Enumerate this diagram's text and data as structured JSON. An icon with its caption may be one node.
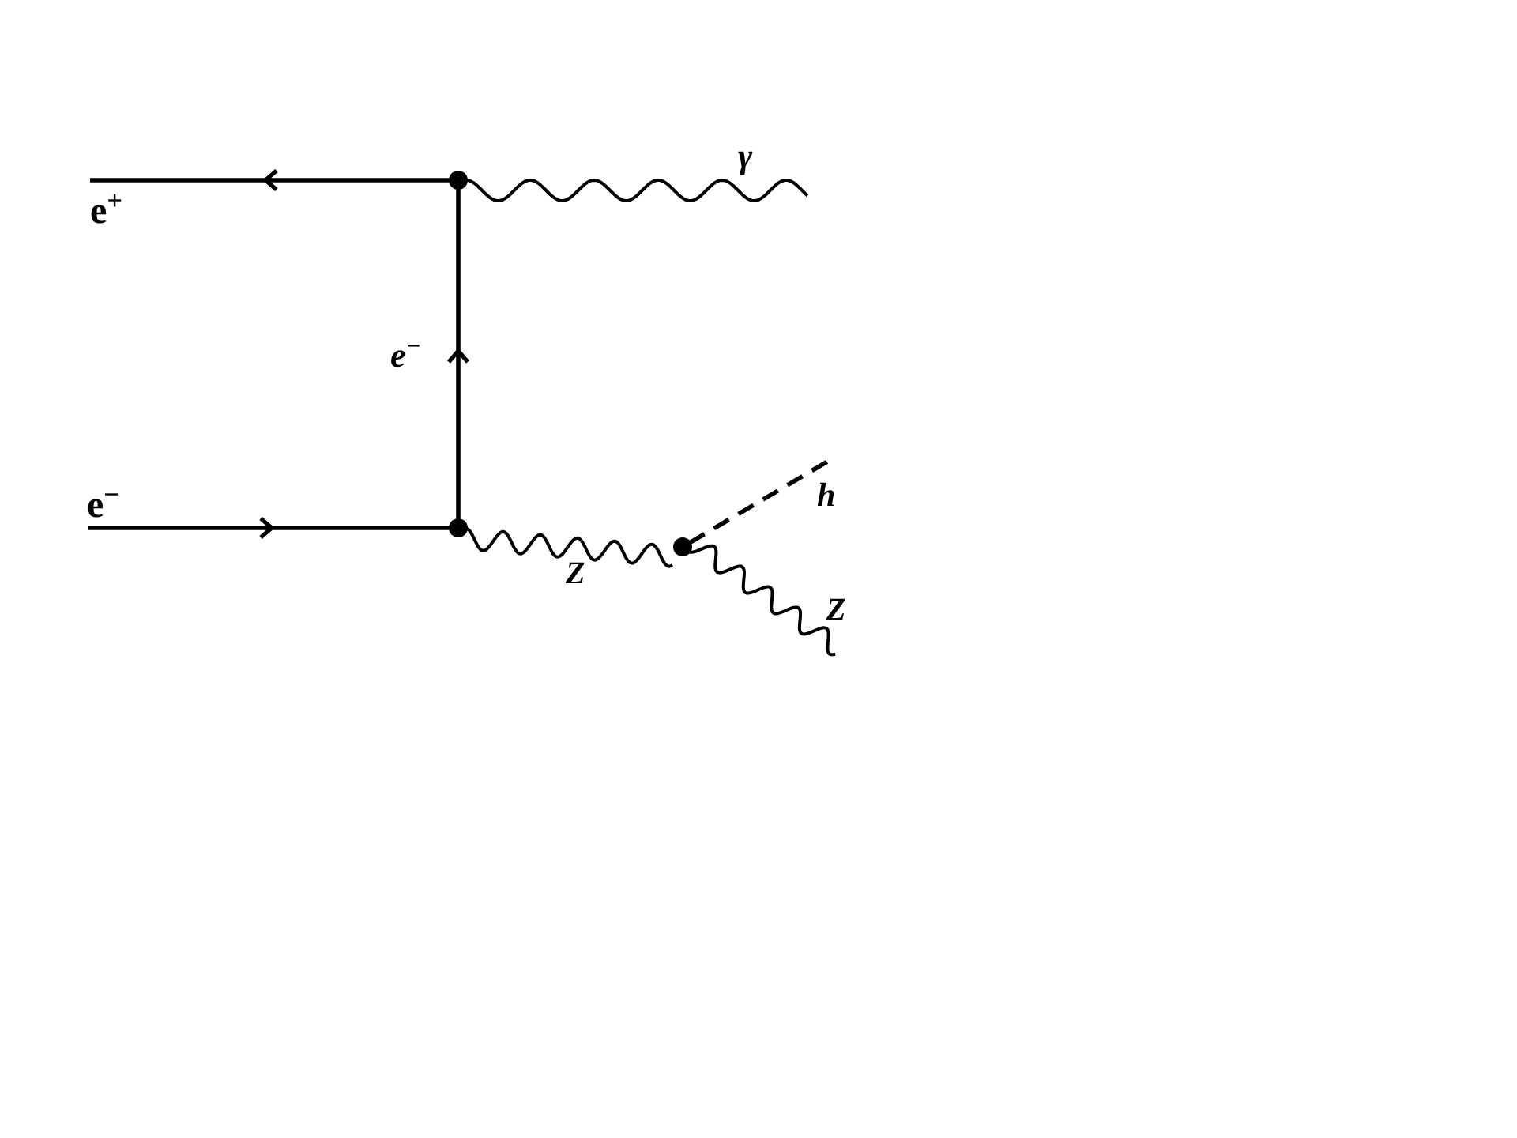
{
  "diagram": {
    "nodes": [
      {
        "text": [],
        "shape": "circle"
      },
      {
        "text": [],
        "shape": "circle"
      },
      {
        "text": [],
        "shape": "circle"
      }
    ],
    "edges": [
      {
        "from": 0,
        "to": null,
        "arrow": "to",
        "label": "e$^{+}$"
      },
      {
        "from": 1,
        "to": 0,
        "arrow": "to",
        "label": "e$^{−}$"
      },
      {
        "from": null,
        "to": 1,
        "arrow": "to",
        "label": "e$^{−}$"
      },
      {
        "from": 0,
        "to": null,
        "arrow": "none",
        "label": "γ"
      },
      {
        "from": 1,
        "to": 2,
        "arrow": "none",
        "label": "Z"
      },
      {
        "from": 2,
        "to": null,
        "arrow": "none",
        "style": "dashed",
        "label": "h"
      },
      {
        "from": 2,
        "to": null,
        "arrow": "none",
        "label": "Z"
      }
    ]
  }
}
